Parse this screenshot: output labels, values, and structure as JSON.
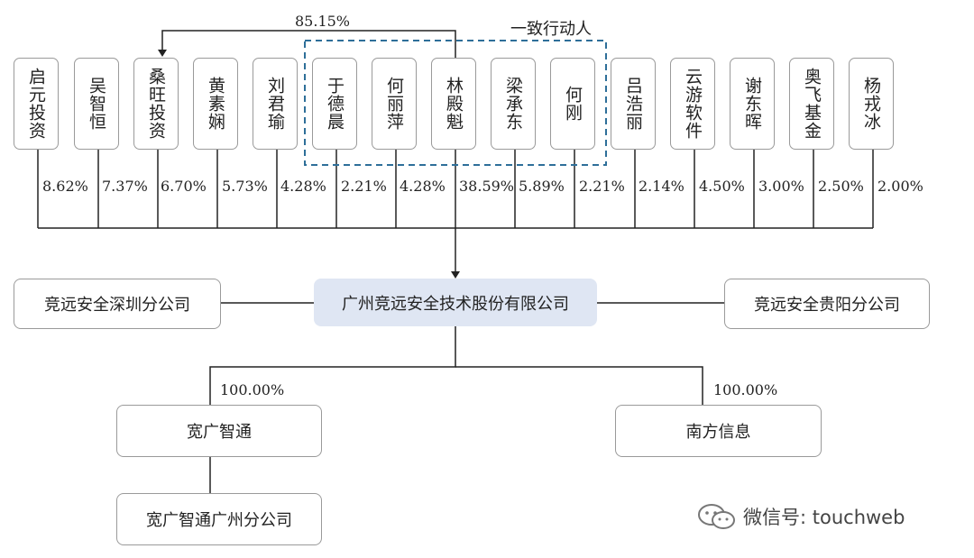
{
  "shareholders": [
    {
      "name": "启元投资",
      "pct": "8.62%"
    },
    {
      "name": "吴智恒",
      "pct": "7.37%"
    },
    {
      "name": "桑旺投资",
      "pct": "6.70%"
    },
    {
      "name": "黄素娴",
      "pct": "5.73%"
    },
    {
      "name": "刘君瑜",
      "pct": "4.28%"
    },
    {
      "name": "于德晨",
      "pct": "2.21%"
    },
    {
      "name": "何丽萍",
      "pct": "4.28%"
    },
    {
      "name": "林殿魁",
      "pct": "38.59%"
    },
    {
      "name": "梁承东",
      "pct": "5.89%"
    },
    {
      "name": "何刚",
      "pct": "2.21%"
    },
    {
      "name": "吕浩丽",
      "pct": "2.14%"
    },
    {
      "name": "云游软件",
      "pct": "4.50%"
    },
    {
      "name": "谢东晖",
      "pct": "3.00%"
    },
    {
      "name": "奥飞基金",
      "pct": "2.50%"
    },
    {
      "name": "杨戎冰",
      "pct": "2.00%"
    }
  ],
  "concert_group_label": "一致行动人",
  "concert_control_pct": "85.15%",
  "company": "广州竞远安全技术股份有限公司",
  "branch_left": "竞远安全深圳分公司",
  "branch_right": "竞远安全贵阳分公司",
  "sub_left": {
    "name": "宽广智通",
    "pct": "100.00%"
  },
  "sub_right": {
    "name": "南方信息",
    "pct": "100.00%"
  },
  "sub_left_branch": "宽广智通广州分公司",
  "watermark": "微信号: touchweb",
  "colors": {
    "company_fill": "#dfe6f3",
    "group_border": "#2e6f99"
  }
}
